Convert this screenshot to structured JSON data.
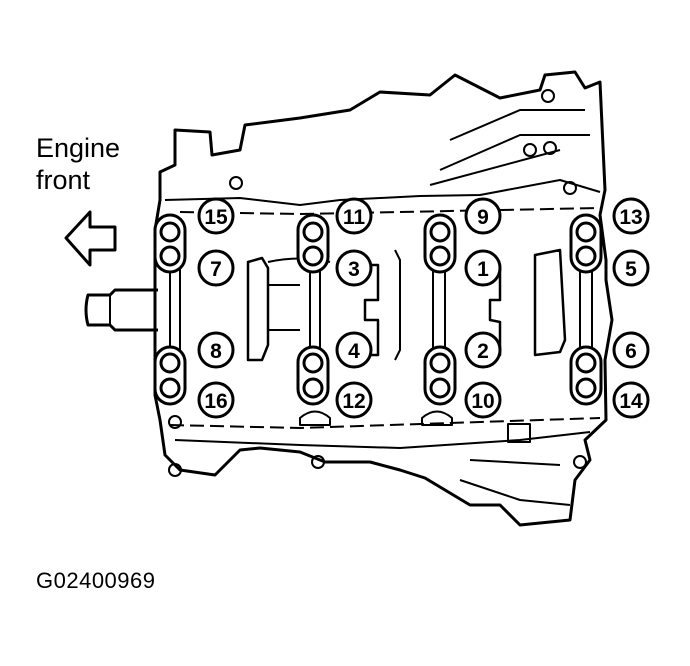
{
  "labels": {
    "front_line1": "Engine",
    "front_line2": "front",
    "figure_code": "G02400969"
  },
  "sequence": [
    "1",
    "2",
    "3",
    "4",
    "5",
    "6",
    "7",
    "8",
    "9",
    "10",
    "11",
    "12",
    "13",
    "14",
    "15",
    "16"
  ],
  "icons": {
    "arrow": "arrow-left-icon"
  }
}
